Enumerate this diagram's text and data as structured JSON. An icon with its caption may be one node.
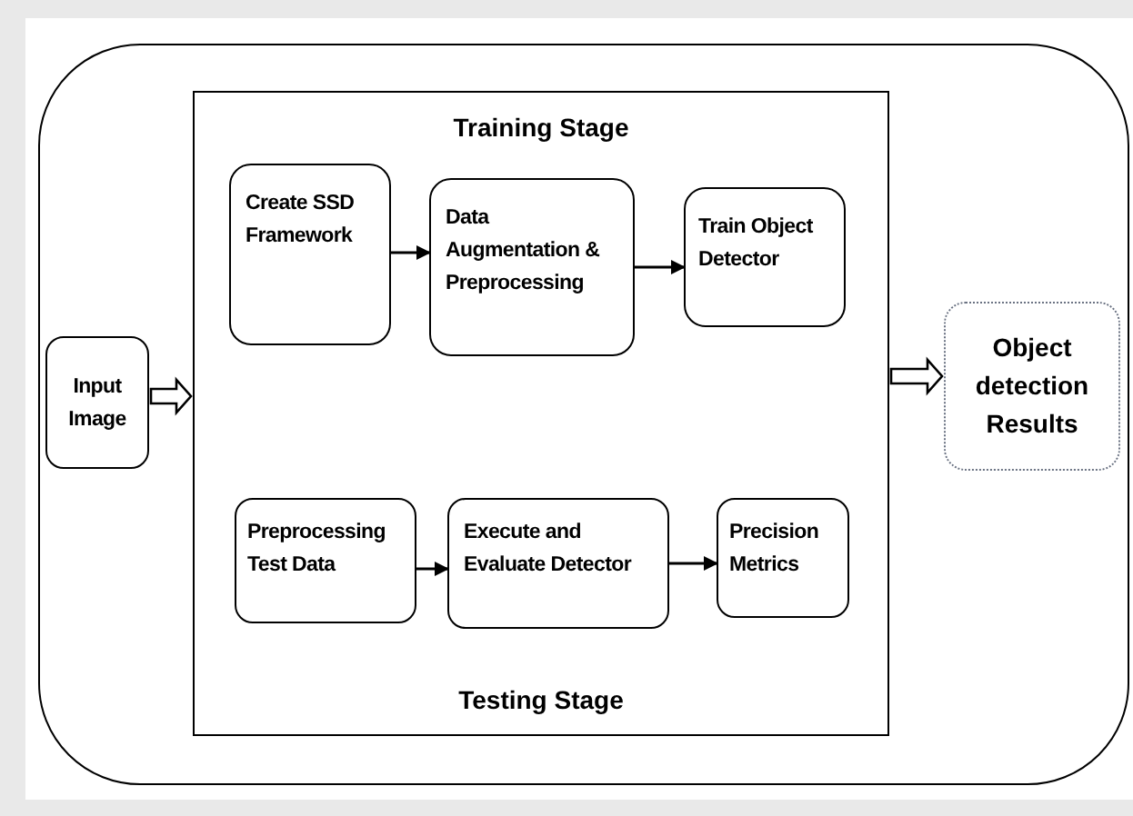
{
  "diagram": {
    "nodes": [
      {
        "text": [],
        "shape": "box"
      },
      {
        "text": [
          "Input Image"
        ],
        "in": 0
      },
      {
        "text": [
          "Training Stage",
          "Testing Stage"
        ],
        "in": 0
      },
      {
        "text": [
          "Create SSD Framework"
        ],
        "in": 2
      },
      {
        "text": [
          "Data Augmentation & Preprocessing"
        ],
        "in": 2
      },
      {
        "text": [
          "Train Object Detector"
        ],
        "in": 2
      },
      {
        "text": [
          "Preprocessing Test Data"
        ],
        "in": 2
      },
      {
        "text": [
          "Execute and Evaluate Detector"
        ],
        "in": 2
      },
      {
        "text": [
          "Precision Metrics"
        ],
        "in": 2
      },
      {
        "text": [
          "Object detection Results"
        ],
        "in": 0
      }
    ],
    "edges": [
      {
        "from": 1,
        "to": 2,
        "arrow": "to",
        "style": "thick"
      },
      {
        "from": 3,
        "to": 4,
        "arrow": "to"
      },
      {
        "from": 4,
        "to": 5,
        "arrow": "to"
      },
      {
        "from": 6,
        "to": 7,
        "arrow": "to"
      },
      {
        "from": 7,
        "to": 8,
        "arrow": "to"
      },
      {
        "from": 2,
        "to": 9,
        "arrow": "to",
        "style": "thick"
      }
    ]
  }
}
